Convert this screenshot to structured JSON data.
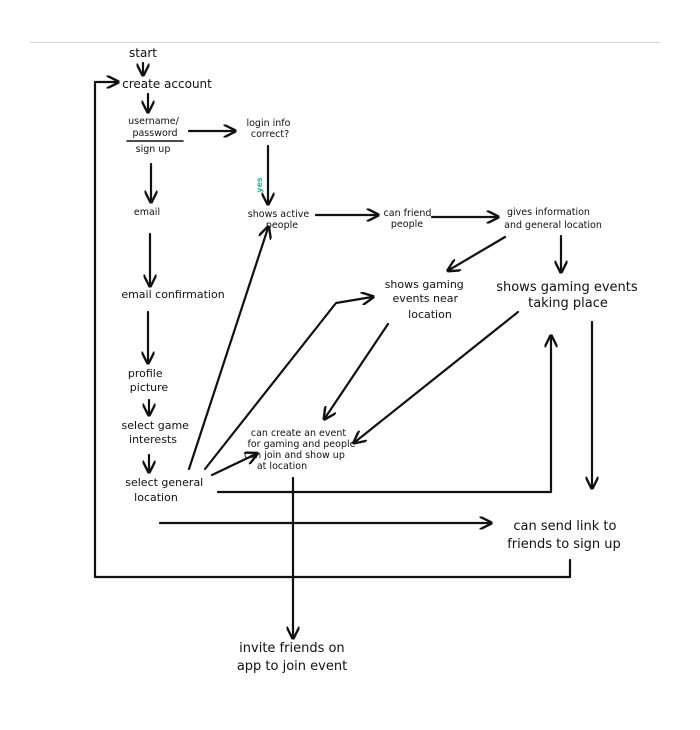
{
  "diagram": {
    "nodes": {
      "start": "start",
      "create_account": "create account",
      "username_password": [
        "username/",
        "password"
      ],
      "sign_up": "sign up",
      "login_correct": [
        "login info",
        "correct?"
      ],
      "email": "email",
      "email_confirmation": "email confirmation",
      "profile_picture": [
        "profile",
        "picture"
      ],
      "select_game_interests": [
        "select game",
        "interests"
      ],
      "select_general_location": [
        "select general",
        "location"
      ],
      "shows_active_people": [
        "shows active",
        "people"
      ],
      "can_friend_people": [
        "can friend",
        "people"
      ],
      "gives_information": [
        "gives information",
        "and general location"
      ],
      "shows_gaming_events_near": [
        "shows gaming",
        "events near",
        "location"
      ],
      "shows_gaming_events_taking_place": [
        "shows gaming events",
        "taking place"
      ],
      "can_create_event": [
        "can create an event",
        "for gaming and people",
        "can join and show up",
        "at location"
      ],
      "can_send_link": [
        "can send link to",
        "friends to sign up"
      ],
      "invite_friends": [
        "invite friends on",
        "app to join event"
      ]
    },
    "edge_labels": {
      "yes": "yes"
    },
    "colors": {
      "ink": "#111111",
      "yes_label": "#2bb5a0",
      "rule": "#d7d7d7",
      "background": "#ffffff"
    }
  }
}
